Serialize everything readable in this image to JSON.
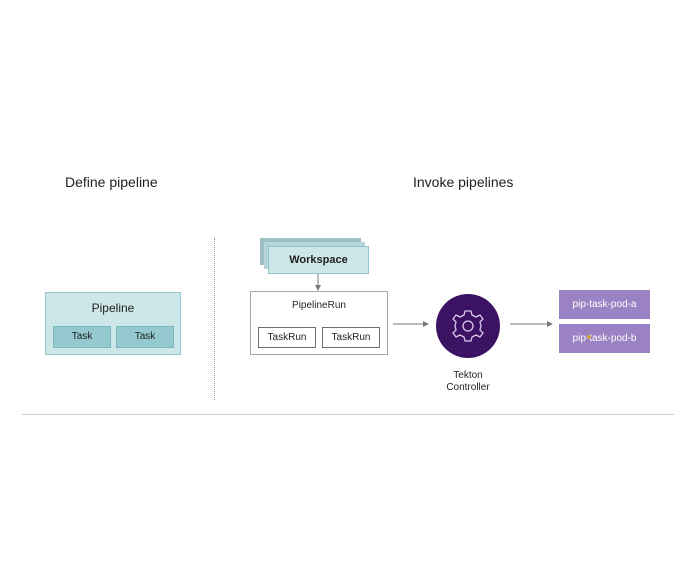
{
  "headings": {
    "define": "Define pipeline",
    "invoke": "Invoke pipelines"
  },
  "pipeline": {
    "title": "Pipeline",
    "tasks": [
      "Task",
      "Task"
    ]
  },
  "workspace": {
    "label": "Workspace"
  },
  "pipelinerun": {
    "title": "PipelineRun",
    "taskruns": [
      "TaskRun",
      "TaskRun"
    ]
  },
  "controller": {
    "label_line1": "Tekton",
    "label_line2": "Controller",
    "icon": "gear-icon"
  },
  "pods": [
    "pip-task-pod-a",
    "pip-task-pod-b"
  ],
  "colors": {
    "teal_light": "#cde6e8",
    "teal_mid": "#93c9cf",
    "controller": "#3c1362",
    "pod": "#9a82c4"
  }
}
